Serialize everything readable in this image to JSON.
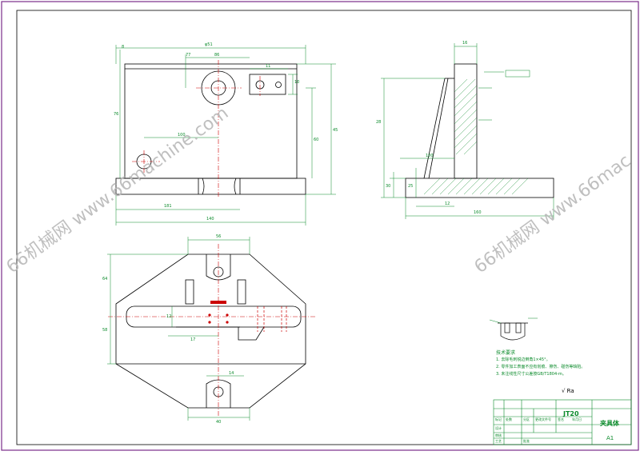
{
  "watermarks": {
    "left": "66机械网 www.66machine.com",
    "right": "66机械网 www.66mac"
  },
  "colors": {
    "outline": "#000000",
    "dimension": "#0a8a2a",
    "centerline": "#cc0000",
    "watermark": "#b9b9b9",
    "border": "#7a2c8a"
  },
  "dimensions": {
    "front": {
      "top_overall": "φ51",
      "top_a": "86",
      "top_b": "77",
      "top_c": "11",
      "top_d": "8",
      "left_height": "76",
      "right_height": "45",
      "hole_height": "60",
      "mid": "100",
      "base_width": "181",
      "overall_width": "140",
      "right_short": "10"
    },
    "side": {
      "top_width": "16",
      "height": "28",
      "left_w": "100",
      "base_h": "30",
      "base_h2": "25",
      "base_len": "160",
      "bottom": "12"
    },
    "plan": {
      "top_width": "56",
      "height_left": "64",
      "height_total": "58",
      "slot": "12",
      "len": "17",
      "bottom_w": "40",
      "bottom_slot": "14"
    }
  },
  "notes": {
    "title": "技术要求",
    "items": [
      "1. 去除毛刺锐边倒角1×45°。",
      "2. 零件加工表面不应有划痕、擦伤、碰伤等缺陷。",
      "3. 未注线性尺寸公差按GB/T1804-m。"
    ]
  },
  "roughness_note": "√ Ra",
  "title_block": {
    "code": "JT20",
    "name": "夹具体",
    "scale": "A1",
    "labels": [
      "标记",
      "处数",
      "分区",
      "更改文件号",
      "签名",
      "年月日",
      "设计",
      "审核",
      "工艺",
      "批准"
    ]
  }
}
